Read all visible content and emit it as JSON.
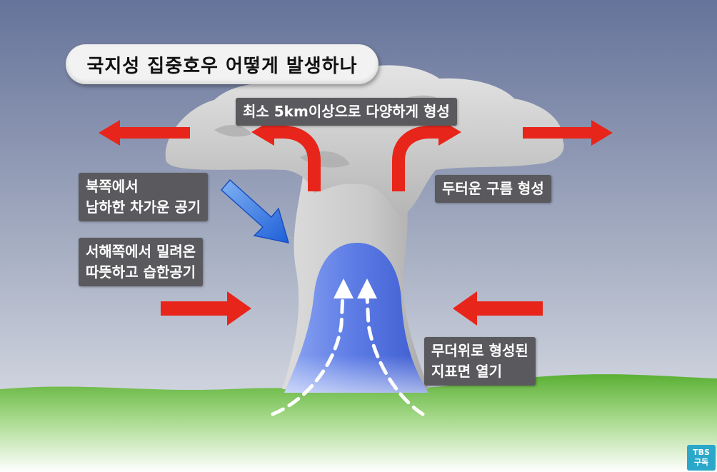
{
  "title": "국지성 집중호우 어떻게 발생하나",
  "labels": {
    "top": "최소 5km이상으로 다양하게 형성",
    "cold_air": "북쪽에서\n남하한 차가운 공기",
    "warm_air": "서해쪽에서 밀려온\n따뜻하고 습한공기",
    "thick_cloud": "두터운 구름 형성",
    "surface_heat": "무더위로 형성된\n지표면 열기"
  },
  "badge": {
    "line1": "TBS",
    "line2": "구독"
  },
  "colors": {
    "sky_top": "#6f7c9c",
    "sky_bottom": "#d8dde6",
    "cloud": "#c8c8c8",
    "updraft": "#4f6ee0",
    "arrow_red": "#e8251a",
    "arrow_blue": "#3a7be0",
    "ground": "#6fbf3d",
    "label_bg": "#5a5a5e"
  },
  "icons": [
    "red-arrow-icon",
    "blue-arrow-icon",
    "white-dashed-arrow-icon"
  ]
}
